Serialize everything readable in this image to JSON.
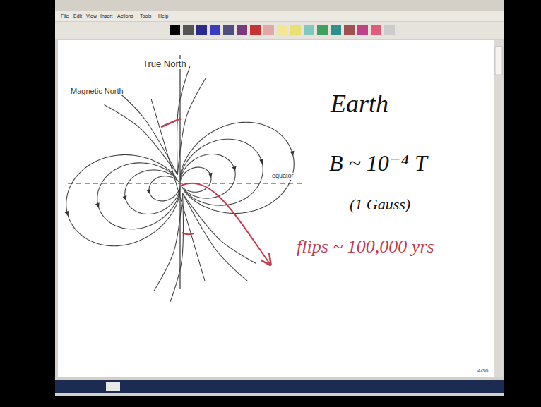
{
  "diagram": {
    "labels": [
      "File",
      "Edit",
      "View",
      "Insert",
      "Actions",
      "Tools",
      "Help",
      "True North",
      "Magnetic North",
      "equator",
      "Earth",
      "B ~ 10⁻⁴ T",
      "(1 Gauss)",
      "flips ~ 100,000 yrs",
      "4/30"
    ]
  }
}
